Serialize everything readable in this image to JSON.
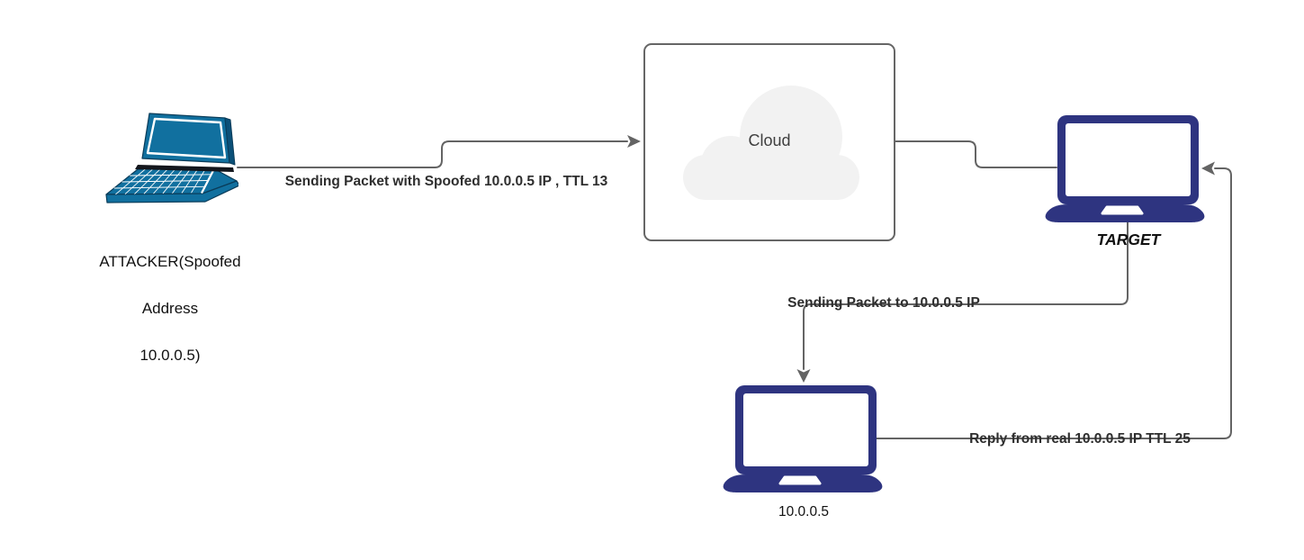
{
  "diagram": {
    "title_hint": "IP spoofing / TTL network diagram",
    "colors": {
      "connector": "#646464",
      "laptop_navy": "#2e3480",
      "laptop_teal": "#11709f",
      "laptop_teal_dark": "#0b5078",
      "cloud_fill": "#f2f2f2",
      "cloud_border": "#666666",
      "edge_label_text": "#2e2e2e",
      "node_label_text": "#111111"
    },
    "nodes": {
      "attacker": {
        "label_lines": [
          "ATTACKER(Spoofed",
          "Address",
          "10.0.0.5)"
        ]
      },
      "cloud": {
        "label": "Cloud"
      },
      "target": {
        "label": "TARGET"
      },
      "real_host": {
        "label": "10.0.0.5"
      }
    },
    "edges": {
      "attacker_to_cloud": {
        "label": "Sending Packet with Spoofed 10.0.0.5 IP , TTL 13"
      },
      "cloud_to_target": {
        "label": ""
      },
      "target_to_real_host": {
        "label": "Sending Packet to 10.0.0.5 IP"
      },
      "real_host_to_target": {
        "label": "Reply from real 10.0.0.5 IP TTL 25"
      }
    }
  }
}
